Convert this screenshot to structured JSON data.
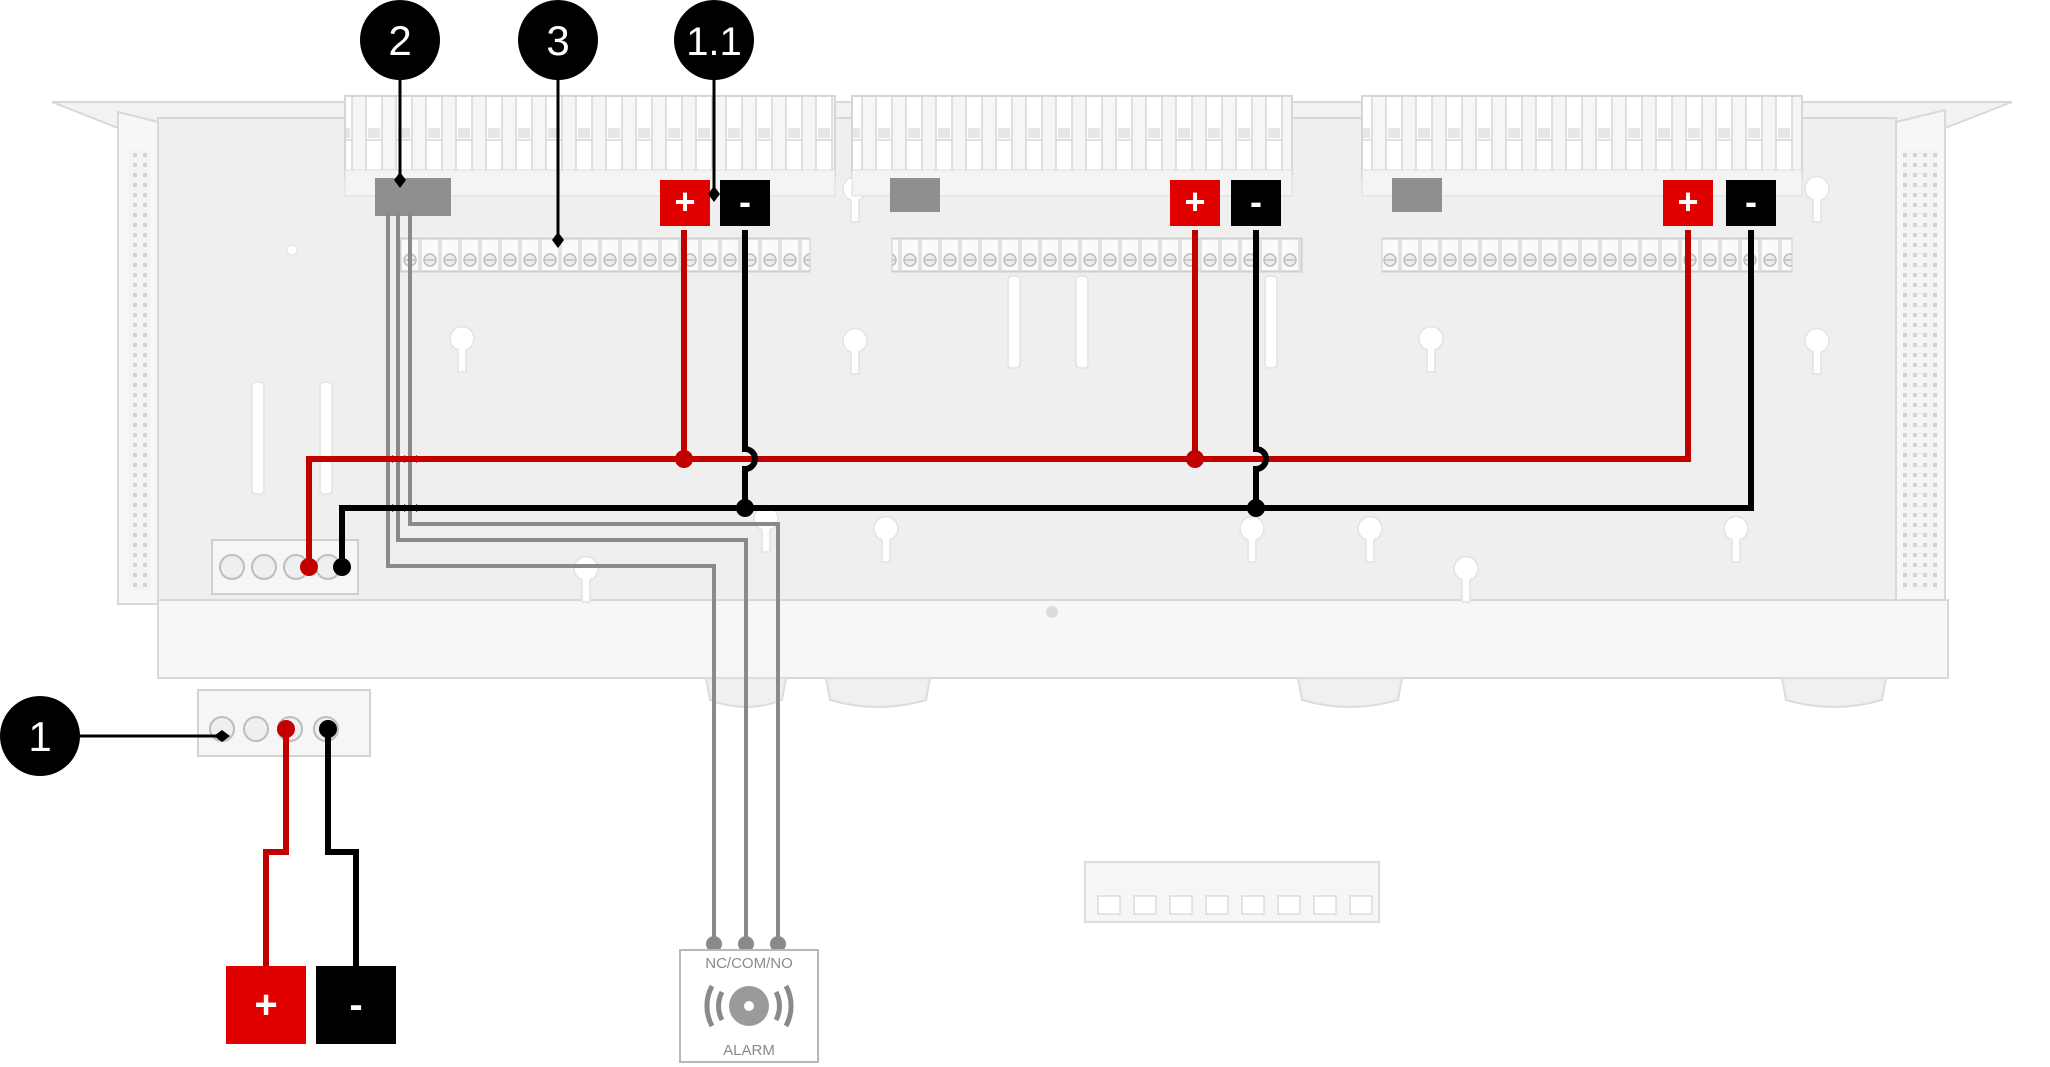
{
  "callouts": {
    "c1": "1",
    "c2": "2",
    "c3": "3",
    "c11": "1.1"
  },
  "terminal_symbols": {
    "plus": "+",
    "minus": "-"
  },
  "power_input": {
    "plus": "+",
    "minus": "-"
  },
  "alarm": {
    "contacts": "NC/COM/NO",
    "label": "ALARM",
    "icon": "siren-icon"
  },
  "colors": {
    "positive_wire": "#c30000",
    "negative_wire": "#000000",
    "alarm_wire": "#8a8a8a",
    "plus_box": "#e00000",
    "minus_box": "#000000"
  }
}
